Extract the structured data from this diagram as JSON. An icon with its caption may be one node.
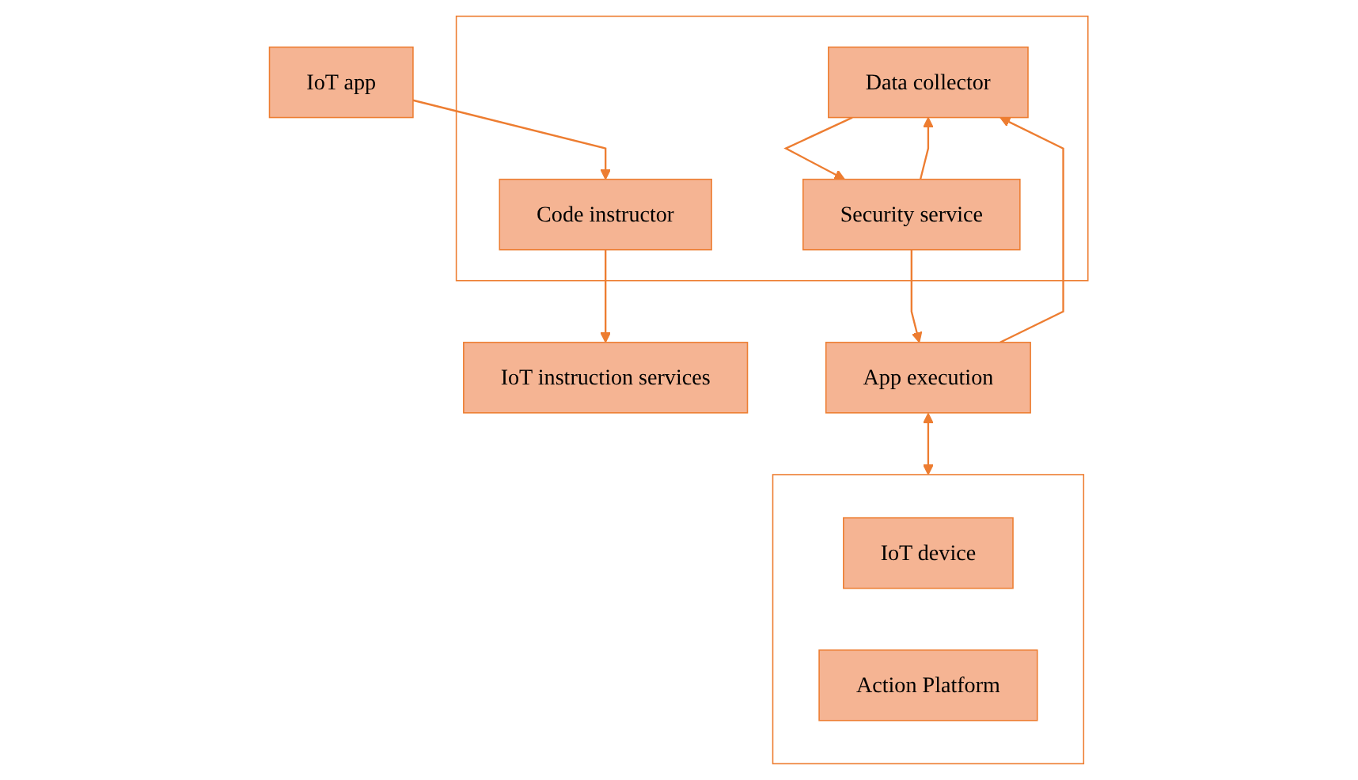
{
  "diagram": {
    "nodes": [
      {
        "text": [],
        "shape": "box"
      },
      {
        "text": [
          "Code instructor"
        ],
        "in": 0
      },
      {
        "text": [
          "Data collector"
        ],
        "in": 0
      },
      {
        "text": [
          "Security service"
        ],
        "in": 0
      },
      {
        "text": [
          "IoT app"
        ]
      },
      {
        "text": [
          "IoT instruction services"
        ]
      },
      {
        "text": [
          "App execution"
        ]
      },
      {
        "text": [],
        "shape": "box"
      },
      {
        "text": [
          "IoT device"
        ],
        "in": 7
      },
      {
        "text": [
          "Action Platform"
        ],
        "in": 7
      }
    ],
    "edges": [
      {
        "from": 4,
        "to": 1,
        "arrow": "to"
      },
      {
        "from": 1,
        "to": 5,
        "arrow": "to"
      },
      {
        "from": 2,
        "to": 3,
        "arrow": "to"
      },
      {
        "from": 3,
        "to": 2,
        "arrow": "to"
      },
      {
        "from": 3,
        "to": 6,
        "arrow": "to"
      },
      {
        "from": 6,
        "to": 2,
        "arrow": "to"
      },
      {
        "from": 6,
        "to": 7,
        "arrow": "both"
      }
    ]
  }
}
